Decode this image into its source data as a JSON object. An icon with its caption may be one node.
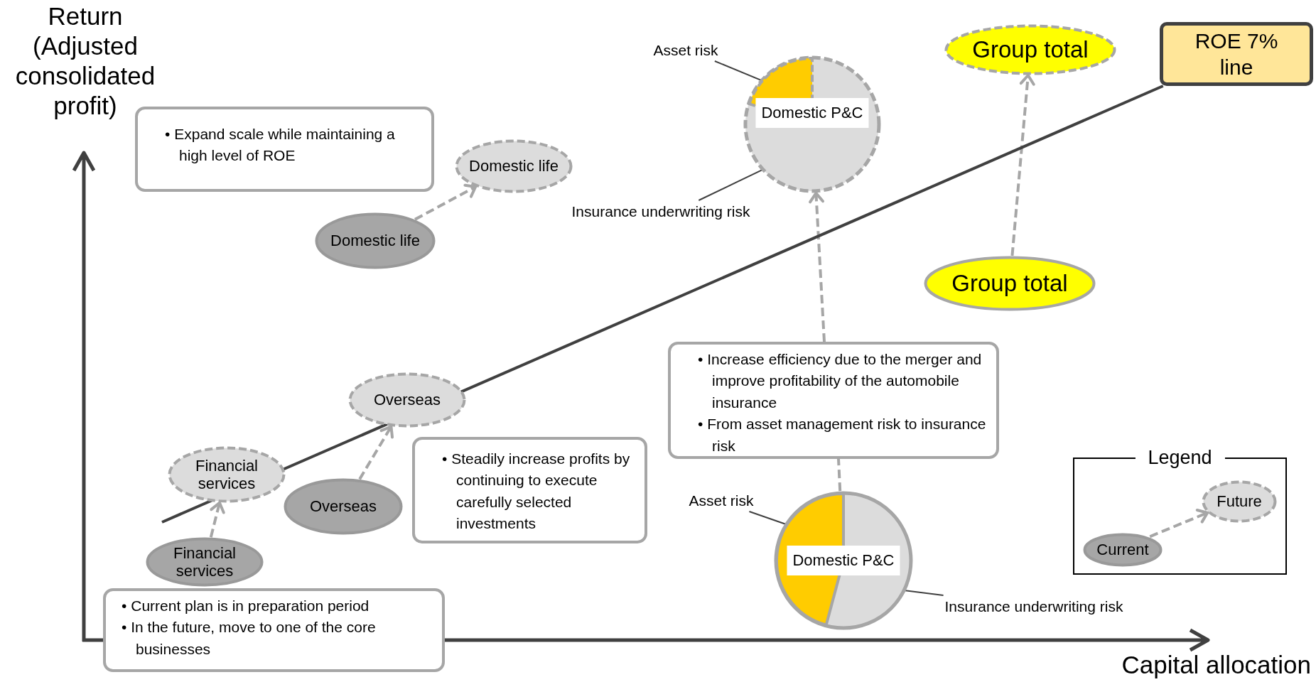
{
  "diagram": {
    "nodes": [
      {
        "text": [
          "• Expand scale while maintaining a high level of ROE"
        ]
      },
      {
        "text": [
          "Domestic life"
        ]
      },
      {
        "text": [
          "Domestic life"
        ]
      },
      {
        "text": [
          "Asset risk"
        ]
      },
      {
        "text": [
          "Domestic P&C"
        ]
      },
      {
        "text": [
          "Insurance underwriting risk"
        ]
      },
      {
        "text": [
          "Group total"
        ]
      },
      {
        "text": [
          "ROE 7% line"
        ]
      },
      {
        "text": [
          "Group total"
        ]
      },
      {
        "text": [
          "Overseas"
        ]
      },
      {
        "text": [
          "• Increase efficiency due to the merger and improve profitability of the automobile insurance",
          "• From asset management risk to insurance risk"
        ]
      },
      {
        "text": [
          "Financial services"
        ]
      },
      {
        "text": [
          "Overseas"
        ]
      },
      {
        "text": [
          "• Steadily increase profits by continuing to execute carefully selected investments"
        ]
      },
      {
        "text": [
          "Asset risk"
        ]
      },
      {
        "text": [
          "Domestic P&C"
        ]
      },
      {
        "text": [
          "Financial services"
        ]
      },
      {
        "text": [
          "Insurance underwriting risk"
        ]
      },
      {
        "text": [
          "• Current plan is in preparation period",
          "• In the future, move to one of the core businesses"
        ]
      },
      {
        "text": [
          "Legend"
        ]
      },
      {
        "text": [
          "Future"
        ],
        "in": 19
      },
      {
        "text": [
          "Current"
        ],
        "in": 19
      }
    ],
    "edges": [
      {
        "from": 2,
        "to": 1,
        "arrow": "to",
        "style": "dashed"
      },
      {
        "from": 16,
        "to": 11,
        "arrow": "to",
        "style": "dashed"
      },
      {
        "from": 12,
        "to": 9,
        "arrow": "to",
        "style": "dashed"
      },
      {
        "from": 15,
        "to": 10,
        "arrow": "none",
        "style": "dashed"
      },
      {
        "from": 10,
        "to": 4,
        "arrow": "to",
        "style": "dashed"
      },
      {
        "from": 8,
        "to": 6,
        "arrow": "to",
        "style": "dashed"
      },
      {
        "from": 21,
        "to": 20,
        "arrow": "to",
        "style": "dashed"
      },
      {
        "from": null,
        "to": 7,
        "arrow": "none",
        "color": "#404040"
      },
      {
        "from": 3,
        "to": 4,
        "arrow": "none",
        "color": "#404040"
      },
      {
        "from": 5,
        "to": 4,
        "arrow": "none",
        "color": "#404040"
      },
      {
        "from": 14,
        "to": 15,
        "arrow": "none",
        "color": "#404040"
      },
      {
        "from": 17,
        "to": 15,
        "arrow": "none",
        "color": "#404040"
      }
    ],
    "labels": [
      "Return (Adjusted consolidated profit)",
      "Capital allocation"
    ]
  }
}
